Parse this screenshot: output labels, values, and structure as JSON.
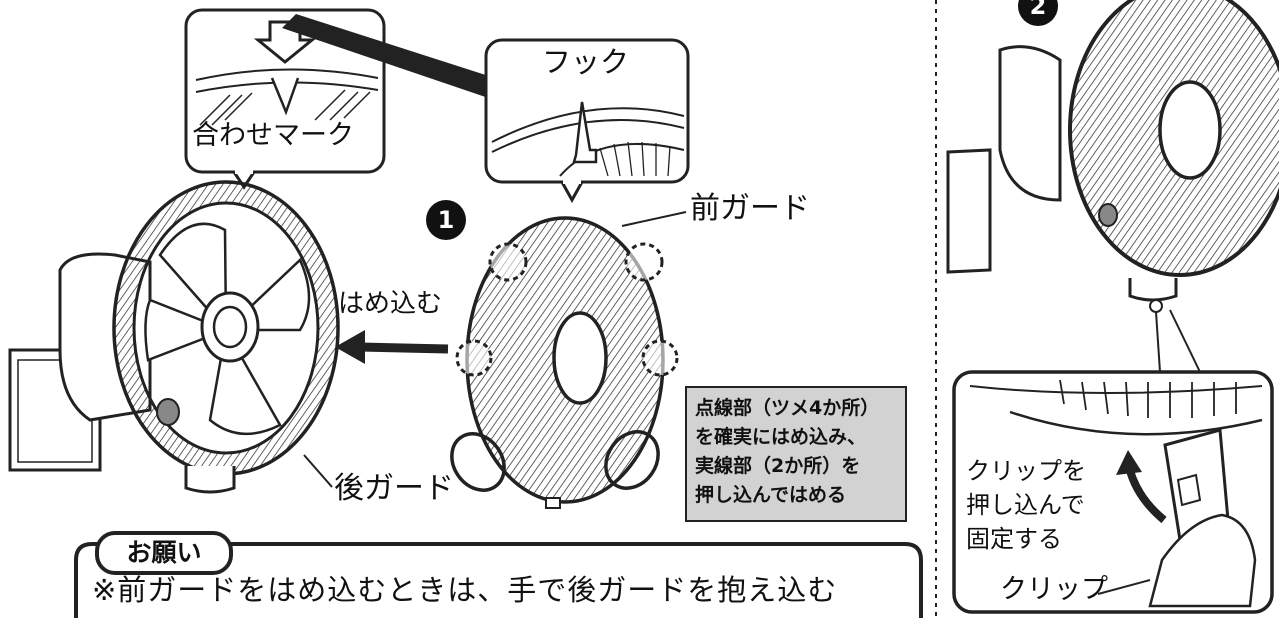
{
  "labels": {
    "alignment_mark": "合わせマーク",
    "hook": "フック",
    "front_guard": "前ガード",
    "fit_in": "はめ込む",
    "rear_guard": "後ガード",
    "clip": "クリップ",
    "clip_action": [
      "クリップを",
      "押し込んで",
      "固定する"
    ]
  },
  "note": [
    "点線部（ツメ4か所）",
    "を確実にはめ込み、",
    "実線部（2か所）を",
    "押し込んではめる"
  ],
  "request": {
    "title": "お願い",
    "text": "※前ガードをはめ込むときは、手で後ガードを抱え込む"
  },
  "steps": [
    {
      "number": "1"
    },
    {
      "number": "2"
    }
  ]
}
